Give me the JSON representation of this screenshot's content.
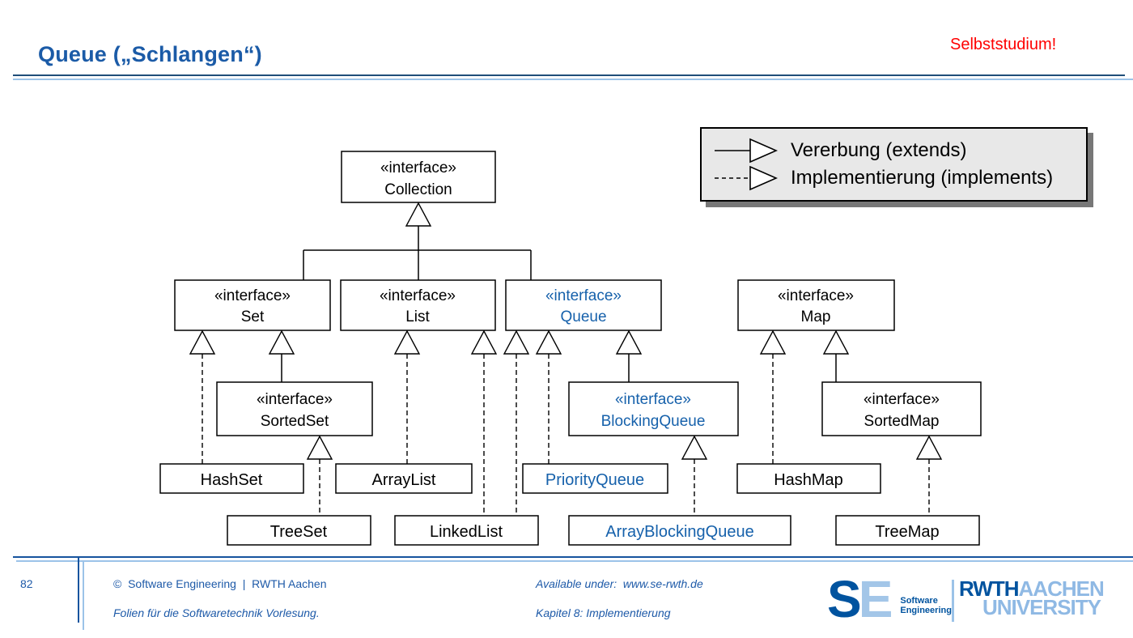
{
  "slide": {
    "title": "Queue („Schlangen“)",
    "annotation": "Selbststudium!",
    "page_number": "82"
  },
  "legend": {
    "items": [
      {
        "label": "Vererbung (extends)",
        "line_style": "solid"
      },
      {
        "label": "Implementierung (implements)",
        "line_style": "dashed"
      }
    ]
  },
  "diagram": {
    "nodes": {
      "collection": {
        "stereotype": "«interface»",
        "name": "Collection",
        "kind": "interface",
        "highlighted": false
      },
      "set": {
        "stereotype": "«interface»",
        "name": "Set",
        "kind": "interface",
        "highlighted": false
      },
      "list": {
        "stereotype": "«interface»",
        "name": "List",
        "kind": "interface",
        "highlighted": false
      },
      "queue": {
        "stereotype": "«interface»",
        "name": "Queue",
        "kind": "interface",
        "highlighted": true
      },
      "map": {
        "stereotype": "«interface»",
        "name": "Map",
        "kind": "interface",
        "highlighted": false
      },
      "sortedset": {
        "stereotype": "«interface»",
        "name": "SortedSet",
        "kind": "interface",
        "highlighted": false
      },
      "blockingqueue": {
        "stereotype": "«interface»",
        "name": "BlockingQueue",
        "kind": "interface",
        "highlighted": true
      },
      "sortedmap": {
        "stereotype": "«interface»",
        "name": "SortedMap",
        "kind": "interface",
        "highlighted": false
      },
      "hashset": {
        "name": "HashSet",
        "kind": "class",
        "highlighted": false
      },
      "arraylist": {
        "name": "ArrayList",
        "kind": "class",
        "highlighted": false
      },
      "priorityqueue": {
        "name": "PriorityQueue",
        "kind": "class",
        "highlighted": true
      },
      "hashmap": {
        "name": "HashMap",
        "kind": "class",
        "highlighted": false
      },
      "treeset": {
        "name": "TreeSet",
        "kind": "class",
        "highlighted": false
      },
      "linkedlist": {
        "name": "LinkedList",
        "kind": "class",
        "highlighted": false
      },
      "arrayblockingqueue": {
        "name": "ArrayBlockingQueue",
        "kind": "class",
        "highlighted": true
      },
      "treemap": {
        "name": "TreeMap",
        "kind": "class",
        "highlighted": false
      }
    },
    "edges": [
      {
        "from": "Set",
        "to": "Collection",
        "type": "extends"
      },
      {
        "from": "List",
        "to": "Collection",
        "type": "extends"
      },
      {
        "from": "Queue",
        "to": "Collection",
        "type": "extends"
      },
      {
        "from": "HashSet",
        "to": "Set",
        "type": "implements"
      },
      {
        "from": "SortedSet",
        "to": "Set",
        "type": "extends"
      },
      {
        "from": "TreeSet",
        "to": "SortedSet",
        "type": "implements"
      },
      {
        "from": "ArrayList",
        "to": "List",
        "type": "implements"
      },
      {
        "from": "LinkedList",
        "to": "List",
        "type": "implements"
      },
      {
        "from": "LinkedList",
        "to": "Queue",
        "type": "implements"
      },
      {
        "from": "PriorityQueue",
        "to": "Queue",
        "type": "implements"
      },
      {
        "from": "BlockingQueue",
        "to": "Queue",
        "type": "extends"
      },
      {
        "from": "ArrayBlockingQueue",
        "to": "BlockingQueue",
        "type": "implements"
      },
      {
        "from": "HashMap",
        "to": "Map",
        "type": "implements"
      },
      {
        "from": "SortedMap",
        "to": "Map",
        "type": "extends"
      },
      {
        "from": "TreeMap",
        "to": "SortedMap",
        "type": "implements"
      }
    ]
  },
  "footer": {
    "copyright": "©  Software Engineering  |  RWTH Aachen",
    "series": "Folien für die Softwaretechnik Vorlesung.",
    "available": "Available under:  www.se-rwth.de",
    "chapter": "Kapitel 8: Implementierung"
  },
  "logos": {
    "se": {
      "s": "S",
      "e": "E",
      "caption_line1": "Software",
      "caption_line2": "Engineering"
    },
    "rwth": {
      "word1": "RWTH",
      "word2": "AACHEN",
      "word3": "UNIVERSITY"
    }
  },
  "colors": {
    "accent_blue": "#1B5BA7",
    "diagram_highlight_blue": "#1661AB",
    "light_blue": "#9CC3E8",
    "note_red": "#FF0000",
    "legend_background": "#E8E8E8",
    "rwth_dark_blue": "#00539F",
    "rwth_light_blue": "#8FB9E4"
  }
}
